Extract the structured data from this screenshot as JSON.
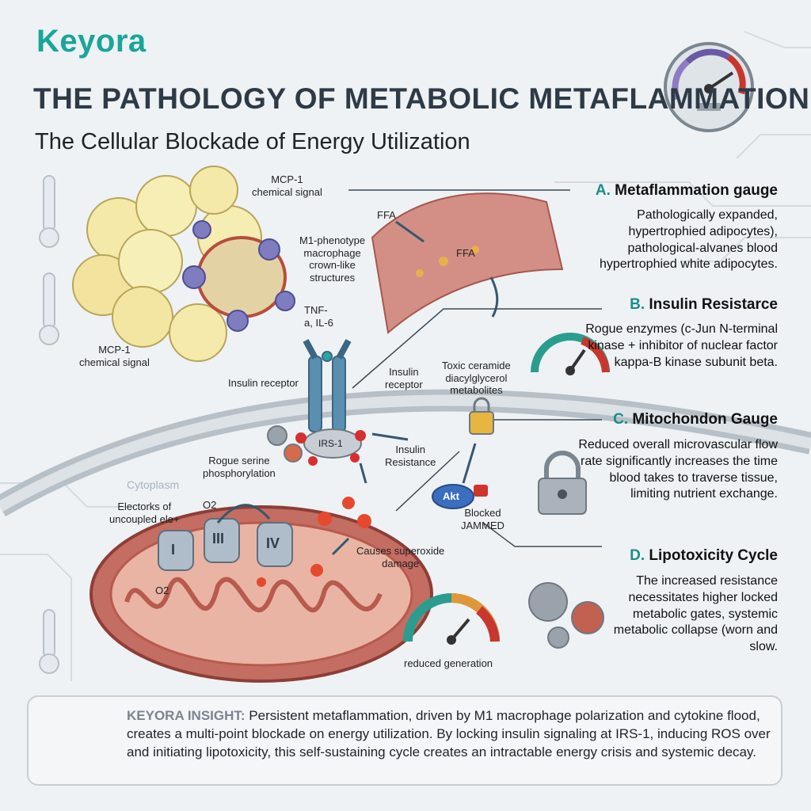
{
  "header": {
    "brand": "Keyora",
    "title": "THE PATHOLOGY OF METABOLIC METAFLAMMATION",
    "subtitle": "The Cellular Blockade of Energy Utilization"
  },
  "diagram_labels": {
    "mcp1_top": "MCP-1\nchemical signal",
    "mcp1_bottom": "MCP-1\nchemical signal",
    "macrophage": "M1-phenotype\nmacrophage\ncrown-like\nstructures",
    "tnf": "TNF-\na, IL-6",
    "ffa_1": "FFA",
    "ffa_2": "FFA",
    "insulin_receptor_left": "Insulin receptor",
    "insulin_receptor_right": "Insulin\nreceptor",
    "ceramide": "Toxic ceramide\ndiacylglycerol\nmetabolites",
    "irs1": "IRS-1",
    "insulin_resistance": "Insulin\nResistance",
    "serine": "Rogue serine\nphosphorylation",
    "cytoplasm": "Cytoplasm",
    "electrons": "Electorks of\nuncoupled ele+",
    "o2_top": "O2",
    "o2_bottom": "O2",
    "complex_1": "I",
    "complex_3": "III",
    "complex_4": "IV",
    "akt": "Akt",
    "blocked": "Blocked\nJAMMED",
    "superoxide": "Causes superoxide\ndamage",
    "reduced_generation": "reduced generation"
  },
  "panels": [
    {
      "letter": "A.",
      "title": "Metaflammation gauge",
      "body": "Pathologically expanded, hypertrophied adipocytes), pathological-alvanes blood hypertrophied white adipocytes."
    },
    {
      "letter": "B.",
      "title": "Insulin Resistarce",
      "body": "Rogue enzymes (c-Jun N-terminal kinase + inhibitor of nuclear factor kappa-B kinase subunit beta."
    },
    {
      "letter": "C.",
      "title": "Mitochondon Gauge",
      "body": "Reduced overall microvascular flow rate significantly increases the time  blood takes to traverse tissue, limiting nutrient exchange."
    },
    {
      "letter": "D.",
      "title": "Lipotoxicity Cycle",
      "body": "The increased resistance necessitates higher locked metabolic gates, systemic metabolic collapse (worn and slow."
    }
  ],
  "insight": {
    "label": "KEYORA INSIGHT:",
    "text": "Persistent metaflammation, driven by M1 macrophage polarization and cytokine flood, creates a multi-point blockade on energy utilization. By locking insulin signaling at IRS-1, inducing ROS over and initiating lipotoxicity, this self-sustaining cycle creates an intractable energy crisis and systemic decay."
  },
  "colors": {
    "brand_teal": "#1aa59a",
    "title_slate": "#2e3a46",
    "membrane_gray": "#b7bfc7",
    "mito_red": "#c0655c",
    "gauge_red": "#c8372d"
  }
}
